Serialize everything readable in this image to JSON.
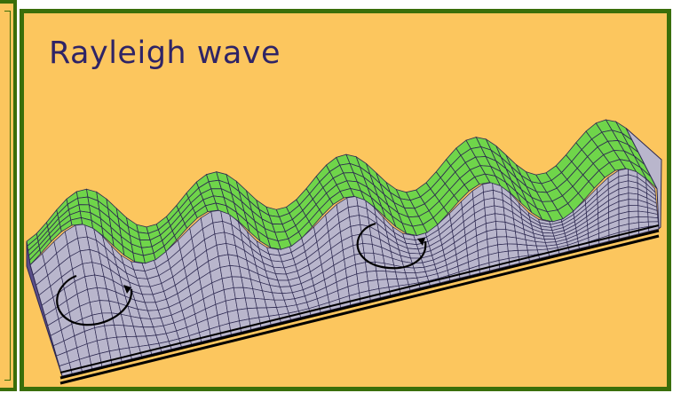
{
  "diagram": {
    "title": "Rayleigh wave"
  },
  "colors": {
    "background": "#fcc65e",
    "frame": "#3a6e0a",
    "surface_green": "#6fd54a",
    "side_grey": "#b9b6cc",
    "grid_line": "#2c2850",
    "title": "#2f2466"
  },
  "icons": [
    "circular-motion-arrow",
    "circular-motion-arrow"
  ]
}
